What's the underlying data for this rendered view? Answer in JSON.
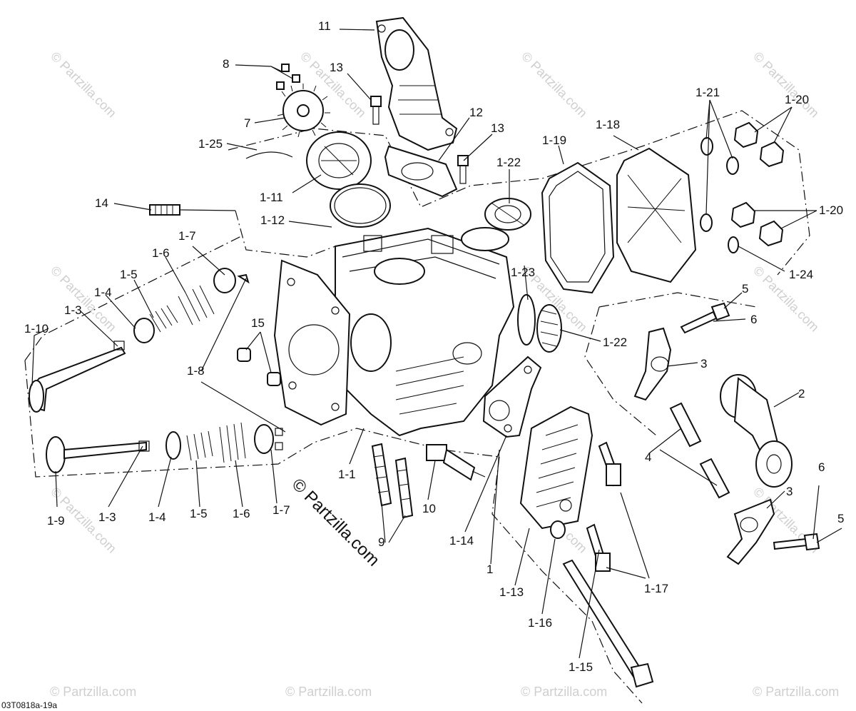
{
  "diagram_code": "03T0818a-19a",
  "watermark": "© Partzilla.com",
  "watermark_main": "© Partzilla.com",
  "callouts": {
    "c11": "11",
    "c8": "8",
    "c13a": "13",
    "c7": "7",
    "c12": "12",
    "c13b": "13",
    "c1_25": "1-25",
    "c1_11": "1-11",
    "c1_12": "1-12",
    "c14": "14",
    "c1_7a": "1-7",
    "c1_6a": "1-6",
    "c1_5a": "1-5",
    "c1_4a": "1-4",
    "c1_3a": "1-3",
    "c1_10": "1-10",
    "c15": "15",
    "c1_8": "1-8",
    "c1_22a": "1-22",
    "c1_19": "1-19",
    "c1_18": "1-18",
    "c1_21": "1-21",
    "c1_20a": "1-20",
    "c1_20b": "1-20",
    "c1_24": "1-24",
    "c1_23": "1-23",
    "c1_22b": "1-22",
    "c5a": "5",
    "c6a": "6",
    "c3a": "3",
    "c2": "2",
    "c4": "4",
    "c1_9": "1-9",
    "c1_3b": "1-3",
    "c1_4b": "1-4",
    "c1_5b": "1-5",
    "c1_6b": "1-6",
    "c1_7b": "1-7",
    "c1_1": "1-1",
    "c9": "9",
    "c10": "10",
    "c1_14": "1-14",
    "c1": "1",
    "c1_13": "1-13",
    "c1_16": "1-16",
    "c1_15": "1-15",
    "c1_17": "1-17",
    "c3b": "3",
    "c6b": "6",
    "c5b": "5"
  }
}
